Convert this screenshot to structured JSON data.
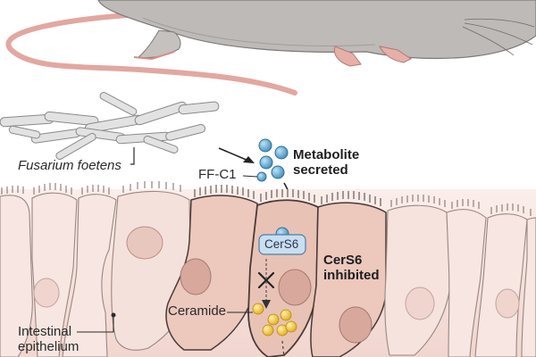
{
  "labels": {
    "fungus": "Fusarium foetens",
    "metabolite_name": "FF-C1",
    "metabolite_state_line1": "Metabolite",
    "metabolite_state_line2": "secreted",
    "enzyme": "CerS6",
    "inhibited_line1": "CerS6",
    "inhibited_line2": "inhibited",
    "product": "Ceramide",
    "tissue_line1": "Intestinal",
    "tissue_line2": "epithelium"
  },
  "colors": {
    "background": "#ffffff",
    "tissue_pink": "#f3dcd6",
    "highlight_cell": "#e9c2b6",
    "nucleus": "#d9a89c",
    "metabolite_blue": "#5fa7cf",
    "enzyme_box": "#c9dff0",
    "ceramide_yellow": "#f2c93b",
    "mouse_gray": "#b9b6b3",
    "mouse_tail": "#e2a7a0",
    "fungus_gray": "#dedede"
  }
}
